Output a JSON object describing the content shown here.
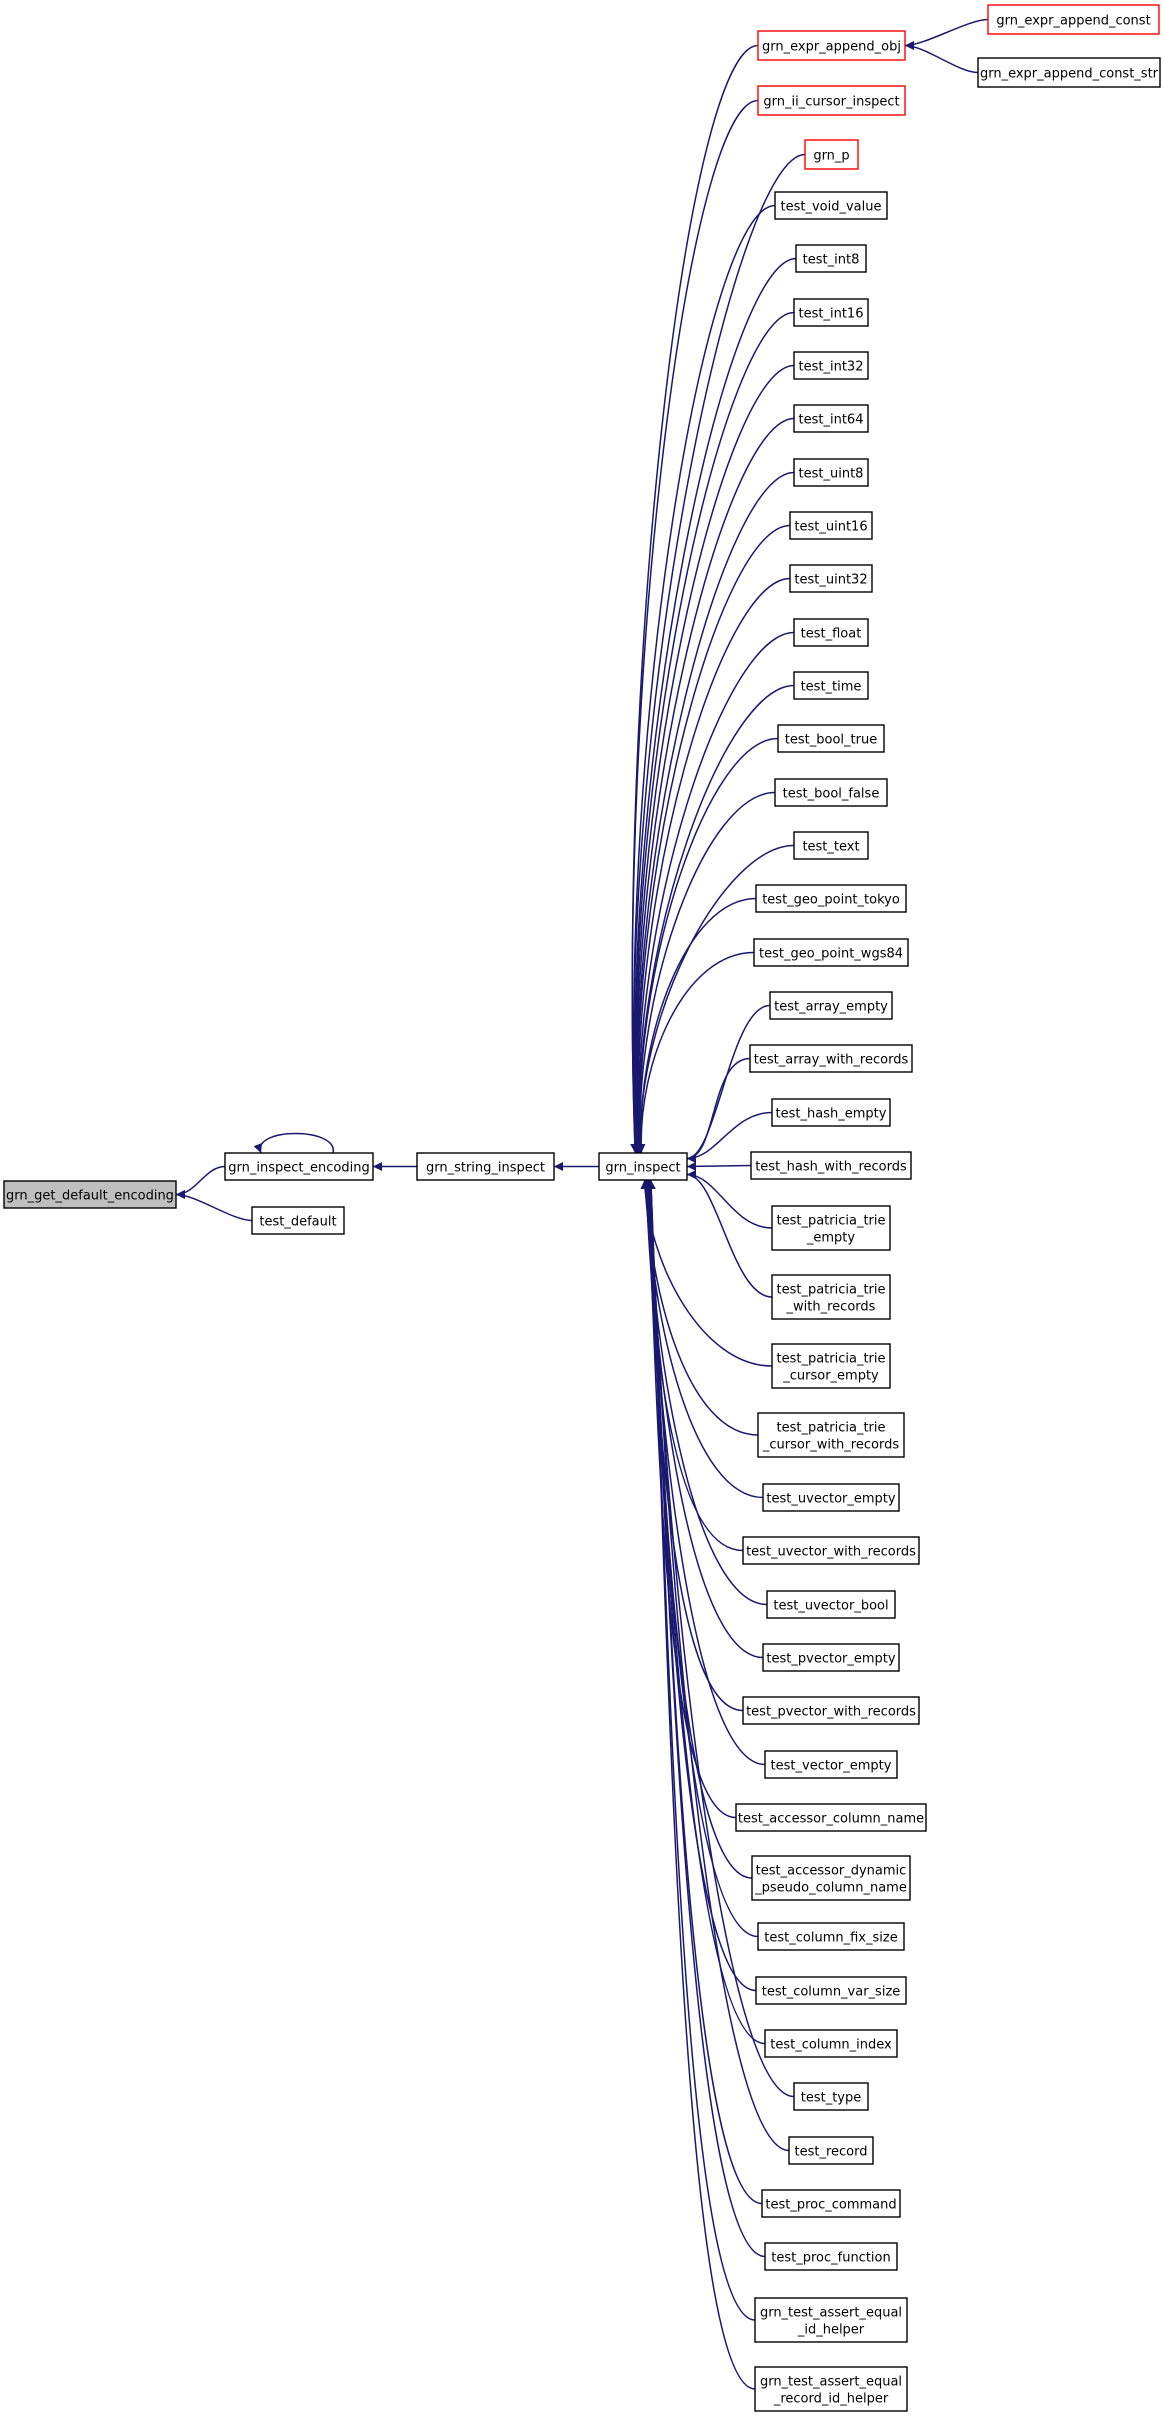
{
  "nodes": [
    {
      "id": "default_encoding",
      "lines": [
        "grn_get_default_encoding"
      ],
      "style": "focus"
    },
    {
      "id": "inspect_encoding",
      "lines": [
        "grn_inspect_encoding"
      ],
      "style": "normal"
    },
    {
      "id": "test_default",
      "lines": [
        "test_default"
      ],
      "style": "normal"
    },
    {
      "id": "string_inspect",
      "lines": [
        "grn_string_inspect"
      ],
      "style": "normal"
    },
    {
      "id": "inspect",
      "lines": [
        "grn_inspect"
      ],
      "style": "normal"
    },
    {
      "id": "expr_append_obj",
      "lines": [
        "grn_expr_append_obj"
      ],
      "style": "red"
    },
    {
      "id": "expr_append_const",
      "lines": [
        "grn_expr_append_const"
      ],
      "style": "red"
    },
    {
      "id": "expr_append_const_str",
      "lines": [
        "grn_expr_append_const_str"
      ],
      "style": "normal"
    },
    {
      "id": "ii_cursor_inspect",
      "lines": [
        "grn_ii_cursor_inspect"
      ],
      "style": "red"
    },
    {
      "id": "grn_p",
      "lines": [
        "grn_p"
      ],
      "style": "red"
    },
    {
      "id": "test_void_value",
      "lines": [
        "test_void_value"
      ],
      "style": "normal"
    },
    {
      "id": "test_int8",
      "lines": [
        "test_int8"
      ],
      "style": "normal"
    },
    {
      "id": "test_int16",
      "lines": [
        "test_int16"
      ],
      "style": "normal"
    },
    {
      "id": "test_int32",
      "lines": [
        "test_int32"
      ],
      "style": "normal"
    },
    {
      "id": "test_int64",
      "lines": [
        "test_int64"
      ],
      "style": "normal"
    },
    {
      "id": "test_uint8",
      "lines": [
        "test_uint8"
      ],
      "style": "normal"
    },
    {
      "id": "test_uint16",
      "lines": [
        "test_uint16"
      ],
      "style": "normal"
    },
    {
      "id": "test_uint32",
      "lines": [
        "test_uint32"
      ],
      "style": "normal"
    },
    {
      "id": "test_float",
      "lines": [
        "test_float"
      ],
      "style": "normal"
    },
    {
      "id": "test_time",
      "lines": [
        "test_time"
      ],
      "style": "normal"
    },
    {
      "id": "test_bool_true",
      "lines": [
        "test_bool_true"
      ],
      "style": "normal"
    },
    {
      "id": "test_bool_false",
      "lines": [
        "test_bool_false"
      ],
      "style": "normal"
    },
    {
      "id": "test_text",
      "lines": [
        "test_text"
      ],
      "style": "normal"
    },
    {
      "id": "test_geo_point_tokyo",
      "lines": [
        "test_geo_point_tokyo"
      ],
      "style": "normal"
    },
    {
      "id": "test_geo_point_wgs84",
      "lines": [
        "test_geo_point_wgs84"
      ],
      "style": "normal"
    },
    {
      "id": "test_array_empty",
      "lines": [
        "test_array_empty"
      ],
      "style": "normal"
    },
    {
      "id": "test_array_with_records",
      "lines": [
        "test_array_with_records"
      ],
      "style": "normal"
    },
    {
      "id": "test_hash_empty",
      "lines": [
        "test_hash_empty"
      ],
      "style": "normal"
    },
    {
      "id": "test_hash_with_records",
      "lines": [
        "test_hash_with_records"
      ],
      "style": "normal"
    },
    {
      "id": "test_patricia_trie_empty",
      "lines": [
        "test_patricia_trie",
        "_empty"
      ],
      "style": "normal"
    },
    {
      "id": "test_patricia_trie_with_records",
      "lines": [
        "test_patricia_trie",
        "_with_records"
      ],
      "style": "normal"
    },
    {
      "id": "test_patricia_trie_cursor_empty",
      "lines": [
        "test_patricia_trie",
        "_cursor_empty"
      ],
      "style": "normal"
    },
    {
      "id": "test_patricia_trie_cursor_with_records",
      "lines": [
        "test_patricia_trie",
        "_cursor_with_records"
      ],
      "style": "normal"
    },
    {
      "id": "test_uvector_empty",
      "lines": [
        "test_uvector_empty"
      ],
      "style": "normal"
    },
    {
      "id": "test_uvector_with_records",
      "lines": [
        "test_uvector_with_records"
      ],
      "style": "normal"
    },
    {
      "id": "test_uvector_bool",
      "lines": [
        "test_uvector_bool"
      ],
      "style": "normal"
    },
    {
      "id": "test_pvector_empty",
      "lines": [
        "test_pvector_empty"
      ],
      "style": "normal"
    },
    {
      "id": "test_pvector_with_records",
      "lines": [
        "test_pvector_with_records"
      ],
      "style": "normal"
    },
    {
      "id": "test_vector_empty",
      "lines": [
        "test_vector_empty"
      ],
      "style": "normal"
    },
    {
      "id": "test_accessor_column_name",
      "lines": [
        "test_accessor_column_name"
      ],
      "style": "normal"
    },
    {
      "id": "test_accessor_dynamic_pseudo_column_name",
      "lines": [
        "test_accessor_dynamic",
        "_pseudo_column_name"
      ],
      "style": "normal"
    },
    {
      "id": "test_column_fix_size",
      "lines": [
        "test_column_fix_size"
      ],
      "style": "normal"
    },
    {
      "id": "test_column_var_size",
      "lines": [
        "test_column_var_size"
      ],
      "style": "normal"
    },
    {
      "id": "test_column_index",
      "lines": [
        "test_column_index"
      ],
      "style": "normal"
    },
    {
      "id": "test_type",
      "lines": [
        "test_type"
      ],
      "style": "normal"
    },
    {
      "id": "test_record",
      "lines": [
        "test_record"
      ],
      "style": "normal"
    },
    {
      "id": "test_proc_command",
      "lines": [
        "test_proc_command"
      ],
      "style": "normal"
    },
    {
      "id": "test_proc_function",
      "lines": [
        "test_proc_function"
      ],
      "style": "normal"
    },
    {
      "id": "grn_test_assert_equal_id_helper",
      "lines": [
        "grn_test_assert_equal",
        "_id_helper"
      ],
      "style": "normal"
    },
    {
      "id": "grn_test_assert_equal_record_id_helper",
      "lines": [
        "grn_test_assert_equal",
        "_record_id_helper"
      ],
      "style": "normal"
    }
  ],
  "edges": [
    {
      "from": "inspect_encoding",
      "to": "default_encoding"
    },
    {
      "from": "test_default",
      "to": "default_encoding"
    },
    {
      "from": "inspect_encoding",
      "to": "inspect_encoding"
    },
    {
      "from": "string_inspect",
      "to": "inspect_encoding"
    },
    {
      "from": "inspect",
      "to": "string_inspect"
    },
    {
      "from": "expr_append_const",
      "to": "expr_append_obj"
    },
    {
      "from": "expr_append_const_str",
      "to": "expr_append_obj"
    },
    {
      "from": "expr_append_obj",
      "to": "inspect"
    },
    {
      "from": "ii_cursor_inspect",
      "to": "inspect"
    },
    {
      "from": "grn_p",
      "to": "inspect"
    },
    {
      "from": "test_void_value",
      "to": "inspect"
    },
    {
      "from": "test_int8",
      "to": "inspect"
    },
    {
      "from": "test_int16",
      "to": "inspect"
    },
    {
      "from": "test_int32",
      "to": "inspect"
    },
    {
      "from": "test_int64",
      "to": "inspect"
    },
    {
      "from": "test_uint8",
      "to": "inspect"
    },
    {
      "from": "test_uint16",
      "to": "inspect"
    },
    {
      "from": "test_uint32",
      "to": "inspect"
    },
    {
      "from": "test_float",
      "to": "inspect"
    },
    {
      "from": "test_time",
      "to": "inspect"
    },
    {
      "from": "test_bool_true",
      "to": "inspect"
    },
    {
      "from": "test_bool_false",
      "to": "inspect"
    },
    {
      "from": "test_text",
      "to": "inspect"
    },
    {
      "from": "test_geo_point_tokyo",
      "to": "inspect"
    },
    {
      "from": "test_geo_point_wgs84",
      "to": "inspect"
    },
    {
      "from": "test_array_empty",
      "to": "inspect"
    },
    {
      "from": "test_array_with_records",
      "to": "inspect"
    },
    {
      "from": "test_hash_empty",
      "to": "inspect"
    },
    {
      "from": "test_hash_with_records",
      "to": "inspect"
    },
    {
      "from": "test_patricia_trie_empty",
      "to": "inspect"
    },
    {
      "from": "test_patricia_trie_with_records",
      "to": "inspect"
    },
    {
      "from": "test_patricia_trie_cursor_empty",
      "to": "inspect"
    },
    {
      "from": "test_patricia_trie_cursor_with_records",
      "to": "inspect"
    },
    {
      "from": "test_uvector_empty",
      "to": "inspect"
    },
    {
      "from": "test_uvector_with_records",
      "to": "inspect"
    },
    {
      "from": "test_uvector_bool",
      "to": "inspect"
    },
    {
      "from": "test_pvector_empty",
      "to": "inspect"
    },
    {
      "from": "test_pvector_with_records",
      "to": "inspect"
    },
    {
      "from": "test_vector_empty",
      "to": "inspect"
    },
    {
      "from": "test_accessor_column_name",
      "to": "inspect"
    },
    {
      "from": "test_accessor_dynamic_pseudo_column_name",
      "to": "inspect"
    },
    {
      "from": "test_column_fix_size",
      "to": "inspect"
    },
    {
      "from": "test_column_var_size",
      "to": "inspect"
    },
    {
      "from": "test_column_index",
      "to": "inspect"
    },
    {
      "from": "test_type",
      "to": "inspect"
    },
    {
      "from": "test_record",
      "to": "inspect"
    },
    {
      "from": "test_proc_command",
      "to": "inspect"
    },
    {
      "from": "test_proc_function",
      "to": "inspect"
    },
    {
      "from": "grn_test_assert_equal_id_helper",
      "to": "inspect"
    },
    {
      "from": "grn_test_assert_equal_record_id_helper",
      "to": "inspect"
    }
  ],
  "colors": {
    "edge": "#191970",
    "node_border": "#000000",
    "node_border_red": "#ff0000",
    "focus_fill": "#bfbfbf"
  }
}
